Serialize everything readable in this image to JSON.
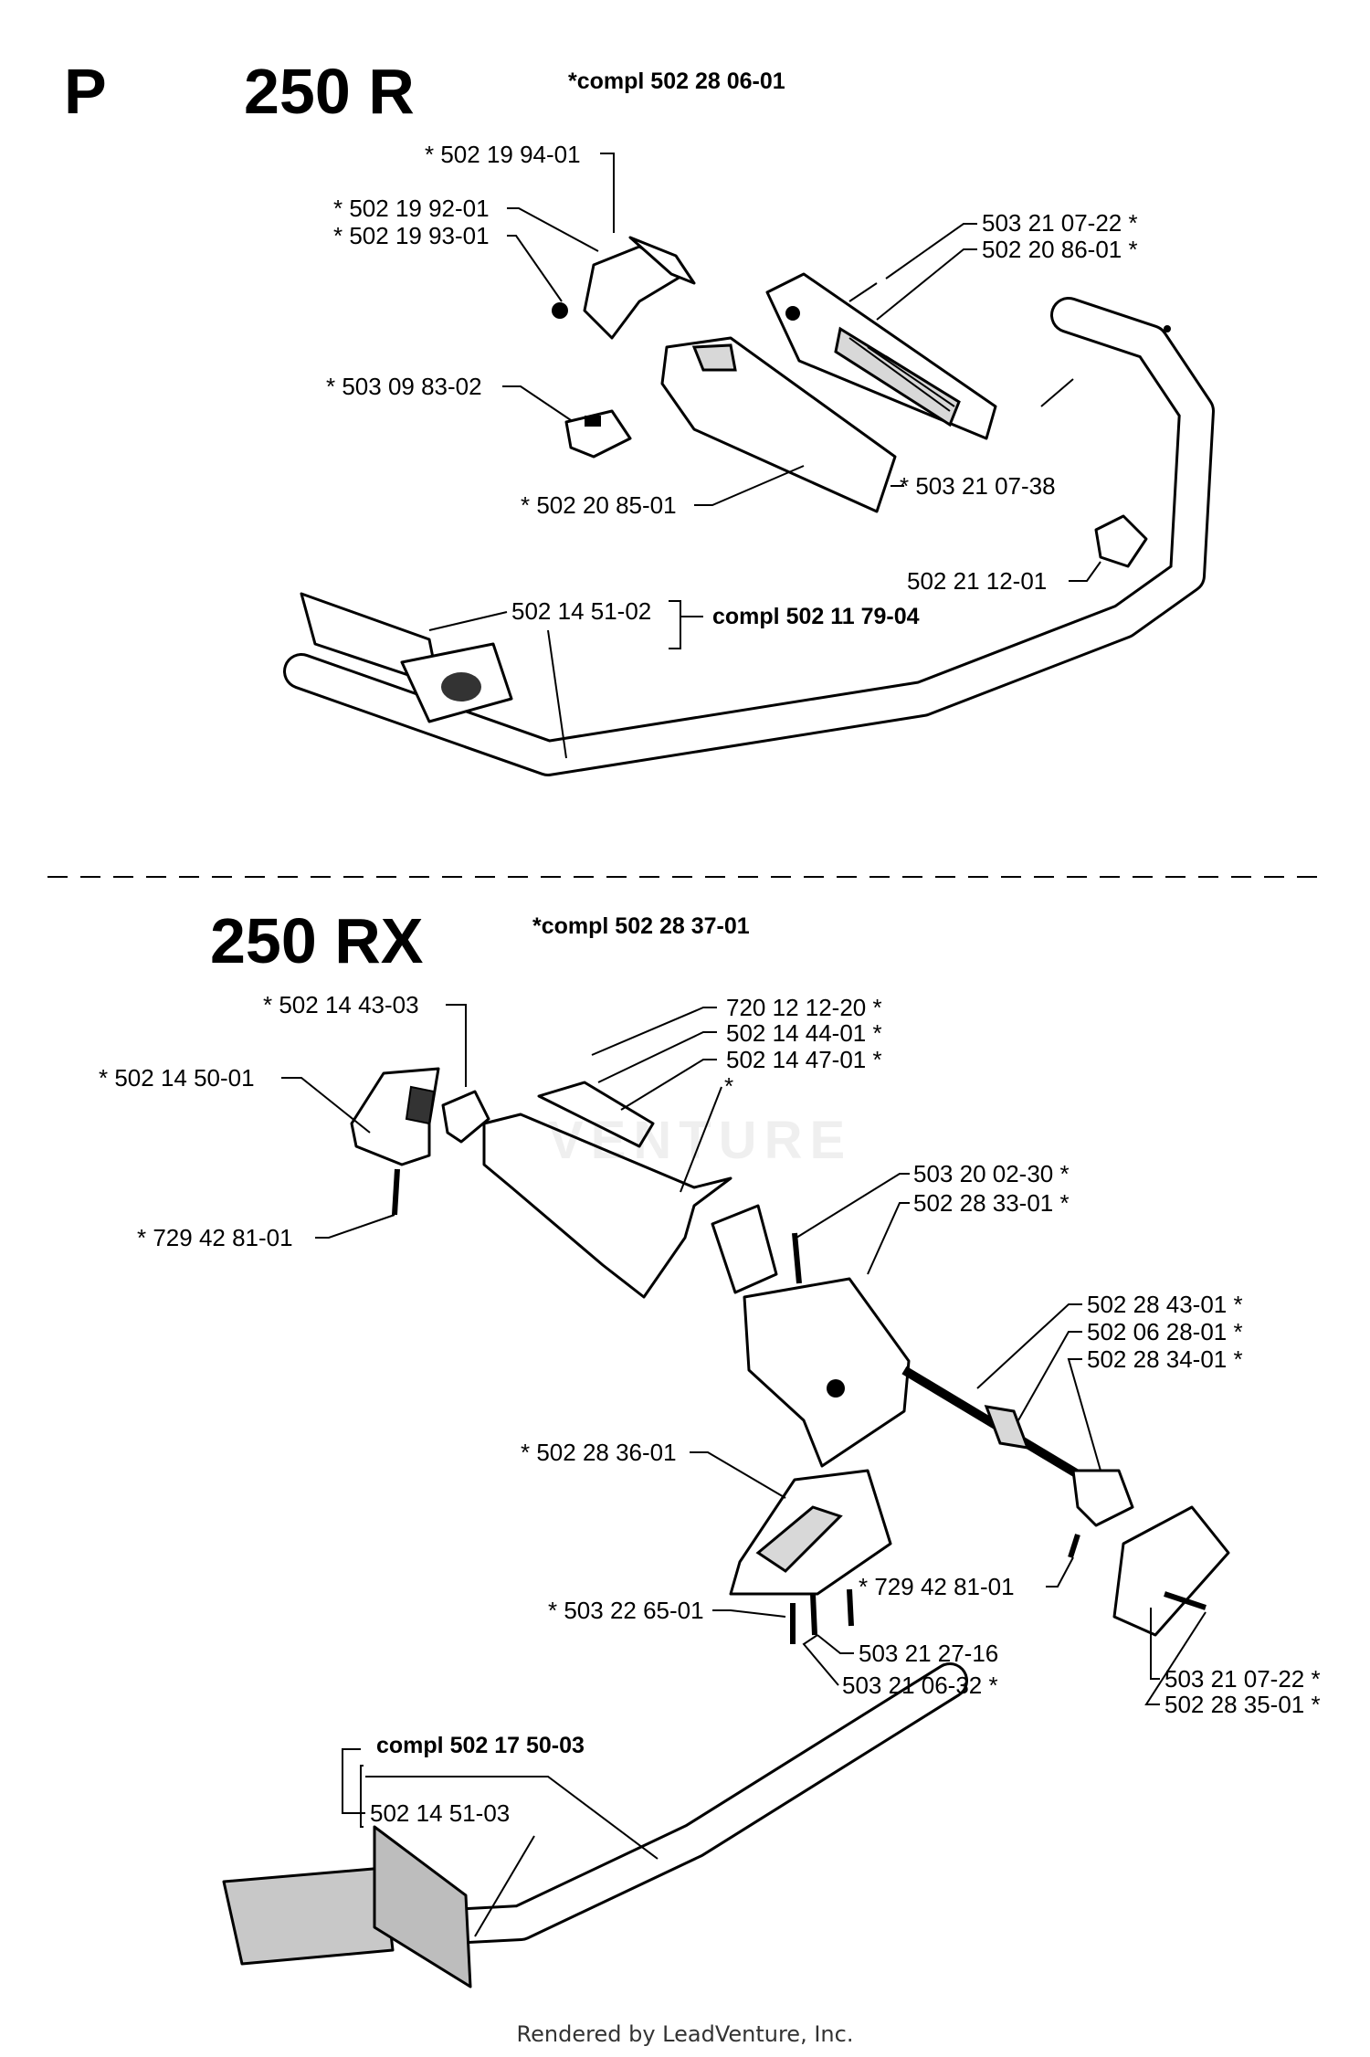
{
  "page_letter": "P",
  "footer": "Rendered by LeadVenture, Inc.",
  "watermark": "VENTURE",
  "sections": [
    {
      "model": "250 R",
      "kit": "*compl 502 28 06-01",
      "parts": [
        "* 502 19 94-01",
        "* 502 19 92-01",
        "* 502 19 93-01",
        "503 21 07-22 *",
        "502 20 86-01 *",
        "* 503 09 83-02",
        "* 503 21 07-38",
        "* 502 20 85-01",
        "502 21 12-01",
        "502 14 51-02",
        "compl 502 11 79-04"
      ]
    },
    {
      "model": "250 RX",
      "kit": "*compl  502 28 37-01",
      "parts": [
        "* 502 14 43-03",
        "720 12 12-20 *",
        "502 14 44-01 *",
        "502 14 47-01 *",
        "*",
        "* 502 14 50-01",
        "503 20 02-30 *",
        "502 28 33-01 *",
        "* 729 42 81-01",
        "502 28 43-01 *",
        "502 06 28-01 *",
        "502 28 34-01 *",
        "* 502 28 36-01",
        "* 729 42 81-01",
        "* 503 22 65-01",
        "503 21 27-16",
        "503 21 06-32 *",
        "503 21 07-22 *",
        "502 28 35-01 *",
        "compl 502 17 50-03",
        "502 14 51-03"
      ]
    }
  ]
}
